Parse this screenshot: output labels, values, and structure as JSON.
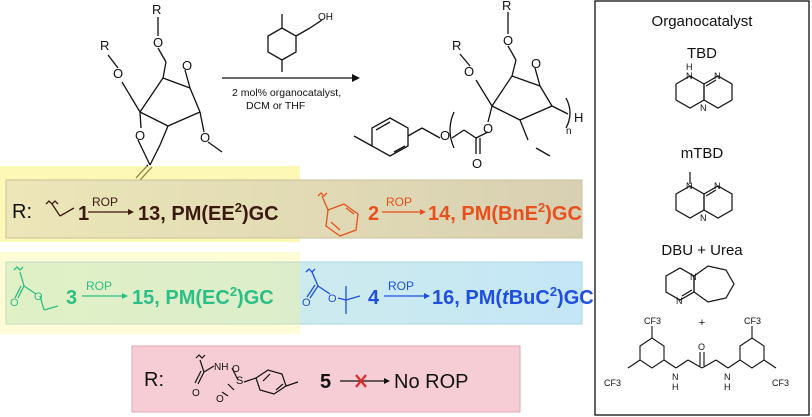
{
  "reaction": {
    "reagent_label": "OH",
    "conditions_line1": "2 mol% organocatalyst,",
    "conditions_line2": "DCM or THF",
    "monomer_labels": {
      "r1": "R",
      "o1": "O",
      "r2": "R",
      "o2": "O",
      "o3": "O",
      "o4": "O",
      "o5": "O",
      "o6": "O"
    },
    "polymer_labels": {
      "r1": "R",
      "o1": "O",
      "r2": "R",
      "o2": "O",
      "o3": "O",
      "o4": "O",
      "o5": "O",
      "o6": "O",
      "n": "n",
      "h": "H"
    }
  },
  "rows": [
    {
      "prefix": "R:",
      "number": "1",
      "arrow_label": "ROP",
      "product": "13, PM(EE",
      "sup": "2",
      "suffix": ")GC",
      "color": "#3a1a0e"
    },
    {
      "number": "2",
      "arrow_label": "ROP",
      "product": "14, PM(BnE",
      "sup": "2",
      "suffix": ")GC",
      "color": "#e8501e"
    },
    {
      "number": "3",
      "arrow_label": "ROP",
      "product": "15, PM(EC",
      "sup": "2",
      "suffix": ")GC",
      "color": "#2bbf86"
    },
    {
      "number": "4",
      "arrow_label": "ROP",
      "product": "16, PM(",
      "italic": "t",
      "product2": "BuC",
      "sup": "2",
      "suffix": ")GC",
      "color": "#1f4fe0"
    },
    {
      "prefix": "R:",
      "number": "5",
      "result": "No ROP",
      "nh": "NH",
      "o_a": "O",
      "s": "S",
      "o_b": "O",
      "o_c": "O",
      "color": "#111111"
    }
  ],
  "panel": {
    "title": "Organocatalyst",
    "catalysts": [
      {
        "name": "TBD",
        "nh": "N",
        "h": "H",
        "n1": "N",
        "n2": "N"
      },
      {
        "name": "mTBD",
        "n1": "N",
        "n2": "N",
        "n3": "N"
      },
      {
        "name": "DBU + Urea",
        "n1": "N",
        "n2": "N"
      }
    ],
    "plus": "+",
    "urea": {
      "cf3_a": "CF3",
      "cf3_b": "CF3",
      "cf3_c": "CF3",
      "cf3_d": "CF3",
      "o": "O",
      "nh1": "N",
      "h1": "H",
      "nh2": "N",
      "h2": "H"
    }
  },
  "colors": {
    "panel_border": "#111111",
    "row1_bg": "#ddd8b8",
    "row1_glow": "#fbf27a",
    "row2_bg": "#cdeaf3",
    "row3_bg": "#f6cdd5",
    "cross": "#e02a2a"
  }
}
